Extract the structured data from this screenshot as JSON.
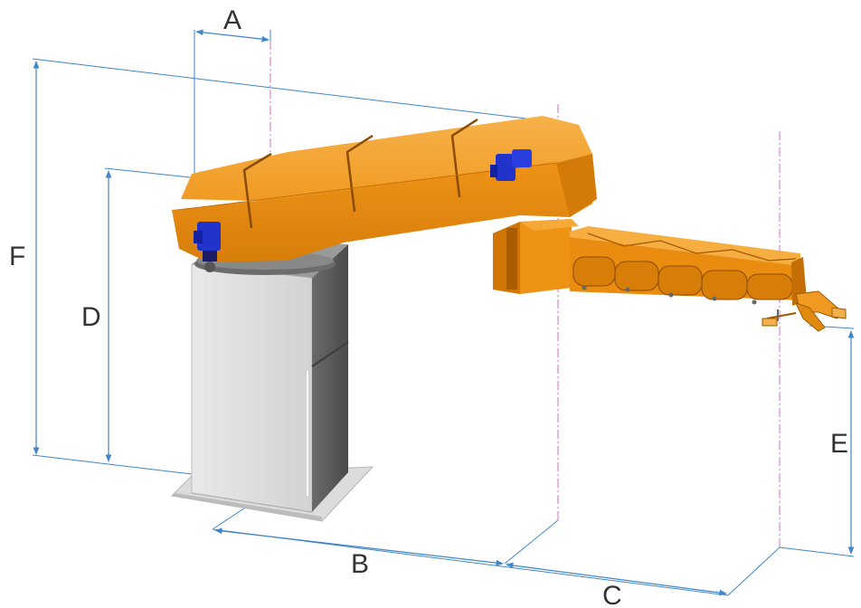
{
  "labels": {
    "a": "A",
    "b": "B",
    "c": "C",
    "d": "D",
    "e": "E",
    "f": "F"
  },
  "colors": {
    "dimension_line": "#3f86c8",
    "center_line": "#d070c8",
    "arm_orange": "#f0961a",
    "arm_orange_dark": "#c97206",
    "arm_orange_light": "#f7b24a",
    "motor_blue": "#2233cc",
    "column_light": "#e4e4e4",
    "column_dark": "#5d5d5d",
    "label_text": "#333333"
  }
}
